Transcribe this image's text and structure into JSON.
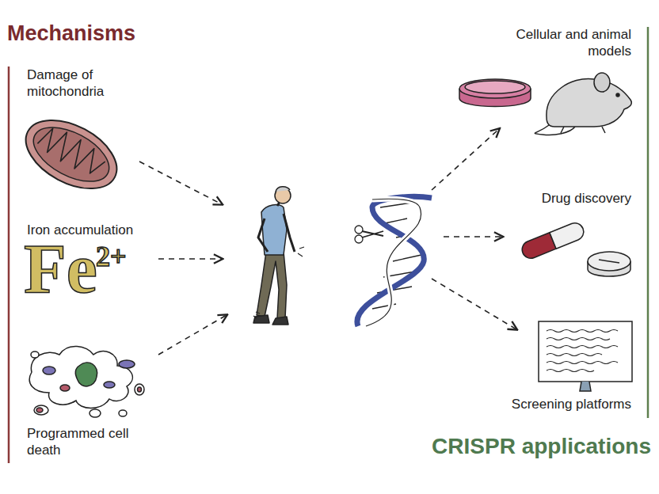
{
  "diagram": {
    "nodes": [
      {
        "text": [
          "Mechanisms"
        ]
      },
      {
        "text": [
          "Damage of mitochondria"
        ],
        "in": 0
      },
      {
        "text": [
          "Iron accumulation"
        ],
        "in": 0
      },
      {
        "text": [
          "Programmed cell death"
        ],
        "in": 0
      },
      {
        "text": [
          "CRISPR applications"
        ]
      },
      {
        "text": [
          "Cellular and animal models"
        ],
        "in": 4
      },
      {
        "text": [
          "Drug discovery"
        ],
        "in": 4
      },
      {
        "text": [
          "Screening platforms"
        ],
        "in": 4
      }
    ],
    "labels": [
      "Fe",
      "2+"
    ]
  }
}
